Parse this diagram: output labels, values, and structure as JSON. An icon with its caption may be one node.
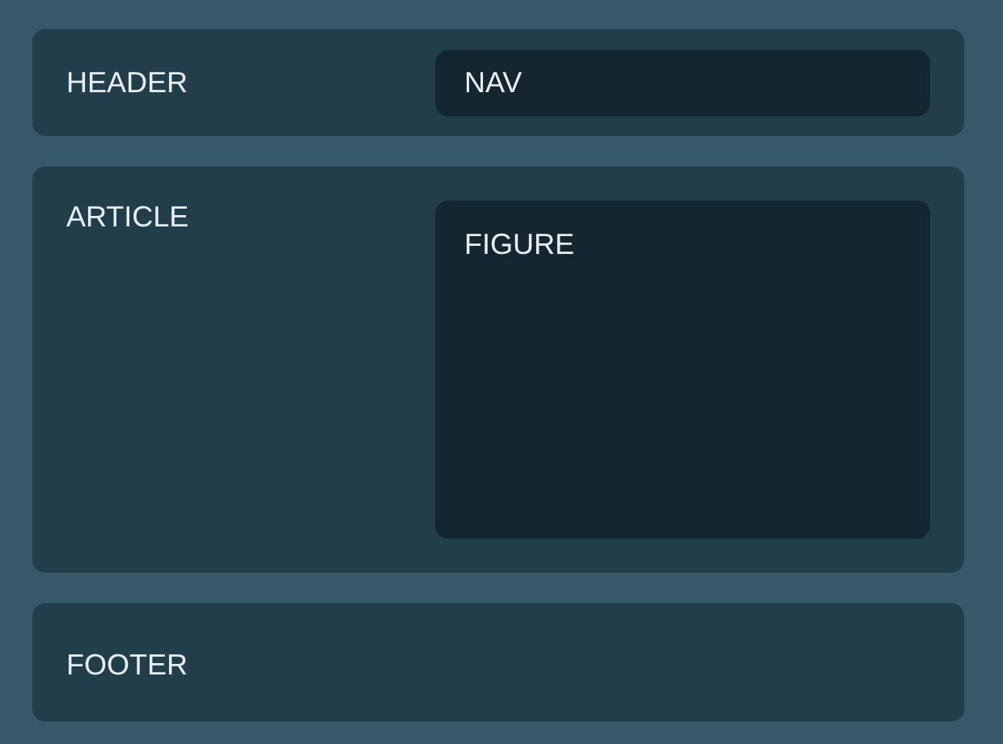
{
  "diagram": {
    "nodes": [
      {
        "text": [
          "HEADER"
        ]
      },
      {
        "text": [
          "NAV"
        ],
        "in": 0
      },
      {
        "text": [
          "ARTICLE"
        ]
      },
      {
        "text": [
          "FIGURE"
        ],
        "in": 2
      },
      {
        "text": [
          "FOOTER"
        ]
      }
    ]
  }
}
